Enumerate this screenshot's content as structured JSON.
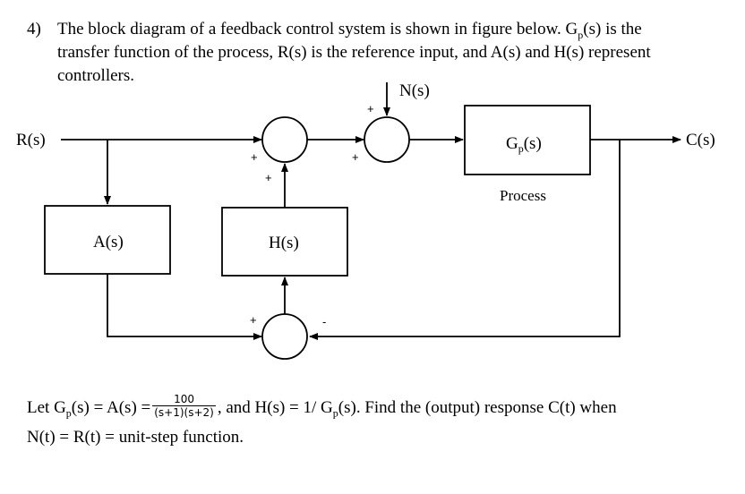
{
  "question": {
    "number": "4)",
    "line1": "The block diagram of a feedback control system is shown in figure below. G",
    "line1_sub": "p",
    "line1_end": "(s) is the",
    "line2": "transfer function of the process, R(s) is the reference input, and A(s) and H(s) represent",
    "line3": "controllers."
  },
  "diagram": {
    "input_label": "R(s)",
    "output_label": "C(s)",
    "disturbance_label": "N(s)",
    "process_block": {
      "label_main": "G",
      "label_sub": "p",
      "label_end": "(s)",
      "caption": "Process"
    },
    "controller_a": "A(s)",
    "controller_h": "H(s)",
    "sign_plus": "+",
    "sign_minus": "-"
  },
  "footer": {
    "let_pre": "Let G",
    "gp_sub": "p",
    "let_mid": "(s) = A(s) =",
    "frac_num": "100",
    "frac_den": "(s+1)(s+2)",
    "let_post": ", and H(s) = 1/ G",
    "let_post2": "(s). Find the (output) response C(t) when",
    "line2": "N(t) =  R(t) = unit-step function."
  }
}
